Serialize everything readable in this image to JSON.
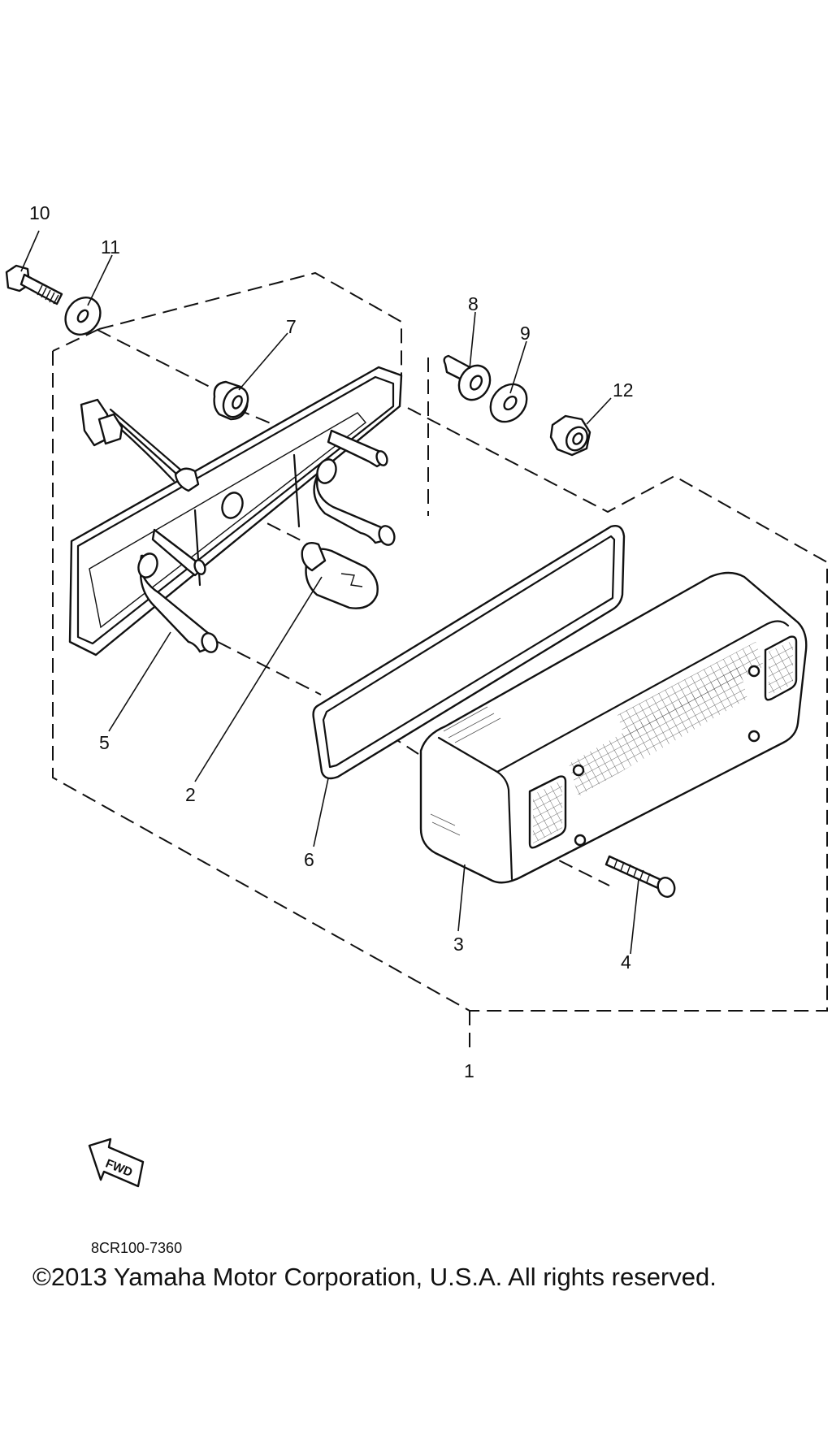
{
  "callouts": {
    "c1": "1",
    "c2": "2",
    "c3": "3",
    "c4": "4",
    "c5": "5",
    "c6": "6",
    "c7": "7",
    "c8": "8",
    "c9": "9",
    "c10": "10",
    "c11": "11",
    "c12": "12"
  },
  "fwd_label": "FWD",
  "part_code": "8CR100-7360",
  "copyright": "©2013 Yamaha Motor Corporation, U.S.A. All rights reserved."
}
